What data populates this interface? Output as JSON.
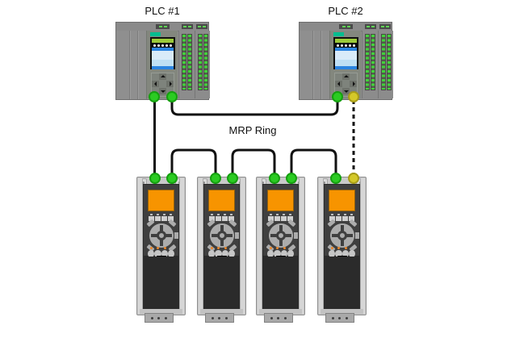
{
  "labels": {
    "plc1": "PLC #1",
    "plc2": "PLC #2",
    "ring": "MRP Ring"
  },
  "devices": {
    "plc1": {
      "label": "PLC #1",
      "ports": [
        "green",
        "green"
      ]
    },
    "plc2": {
      "label": "PLC #2",
      "ports": [
        "green",
        "yellow"
      ]
    },
    "drives": [
      {
        "name": "drive-1",
        "ports": [
          "green",
          "green"
        ]
      },
      {
        "name": "drive-2",
        "ports": [
          "green",
          "green"
        ]
      },
      {
        "name": "drive-3",
        "ports": [
          "green",
          "green"
        ]
      },
      {
        "name": "drive-4",
        "ports": [
          "green",
          "yellow"
        ]
      }
    ]
  },
  "connections": [
    {
      "from": "plc1.port-1",
      "to": "drive-1.port-1",
      "style": "solid"
    },
    {
      "from": "plc1.port-2",
      "to": "plc2.port-1",
      "style": "solid"
    },
    {
      "from": "drive-1.port-2",
      "to": "drive-2.port-1",
      "style": "solid"
    },
    {
      "from": "drive-2.port-2",
      "to": "drive-3.port-1",
      "style": "solid"
    },
    {
      "from": "drive-3.port-2",
      "to": "drive-4.port-1",
      "style": "solid"
    },
    {
      "from": "plc2.port-2",
      "to": "drive-4.port-2",
      "style": "dashed"
    }
  ],
  "colors": {
    "port_green": "#2BCB22",
    "port_green_border": "#15A00F",
    "port_yellow": "#D4C929",
    "port_yellow_border": "#A89D18",
    "wire": "#111111",
    "plc_body": "#8F8F8F",
    "cpu_module": "#83877E",
    "led_green": "#43D13C",
    "screen_blue": "#2B84E0",
    "screen_pale_blue": "#D9EBF9",
    "screen_lime": "#9CCB3A",
    "screen_teal": "#00BD8F",
    "drive_frame": "#C9C9C9",
    "drive_panel": "#3F3F3F",
    "drive_lower": "#2B2B2B",
    "drive_display_orange": "#F79400",
    "background": "#FFFFFF"
  }
}
